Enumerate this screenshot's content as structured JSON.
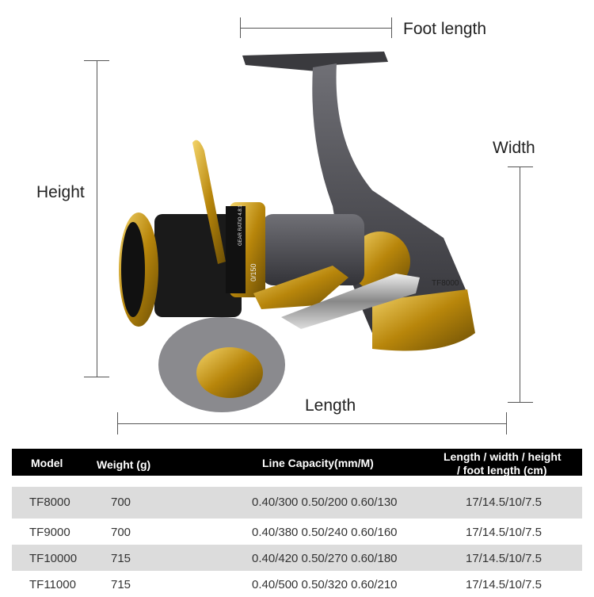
{
  "dimensions": {
    "foot_length": "Foot length",
    "width": "Width",
    "height": "Height",
    "length": "Length"
  },
  "reel": {
    "model_marking": "TF8000",
    "spool_marking": "0/150",
    "gear_ratio_marking": "GEAR RATIO 4.8:1"
  },
  "colors": {
    "gold": "#c9a227",
    "body": "#4a4a4e",
    "header": "#000000",
    "row_shade": "#dcdcdc"
  },
  "table": {
    "headers": [
      "Model",
      "Weight (g)",
      "Line Capacity(mm/M)",
      "Length / width / height",
      "/ foot length (cm)"
    ],
    "rows": [
      {
        "model": "TF8000",
        "weight": "700",
        "capacity": "0.40/300 0.50/200 0.60/130",
        "size": "17/14.5/10/7.5"
      },
      {
        "model": "TF9000",
        "weight": "700",
        "capacity": "0.40/380 0.50/240 0.60/160",
        "size": "17/14.5/10/7.5"
      },
      {
        "model": "TF10000",
        "weight": "715",
        "capacity": "0.40/420 0.50/270 0.60/180",
        "size": "17/14.5/10/7.5"
      },
      {
        "model": "TF11000",
        "weight": "715",
        "capacity": "0.40/500 0.50/320 0.60/210",
        "size": "17/14.5/10/7.5"
      }
    ]
  }
}
